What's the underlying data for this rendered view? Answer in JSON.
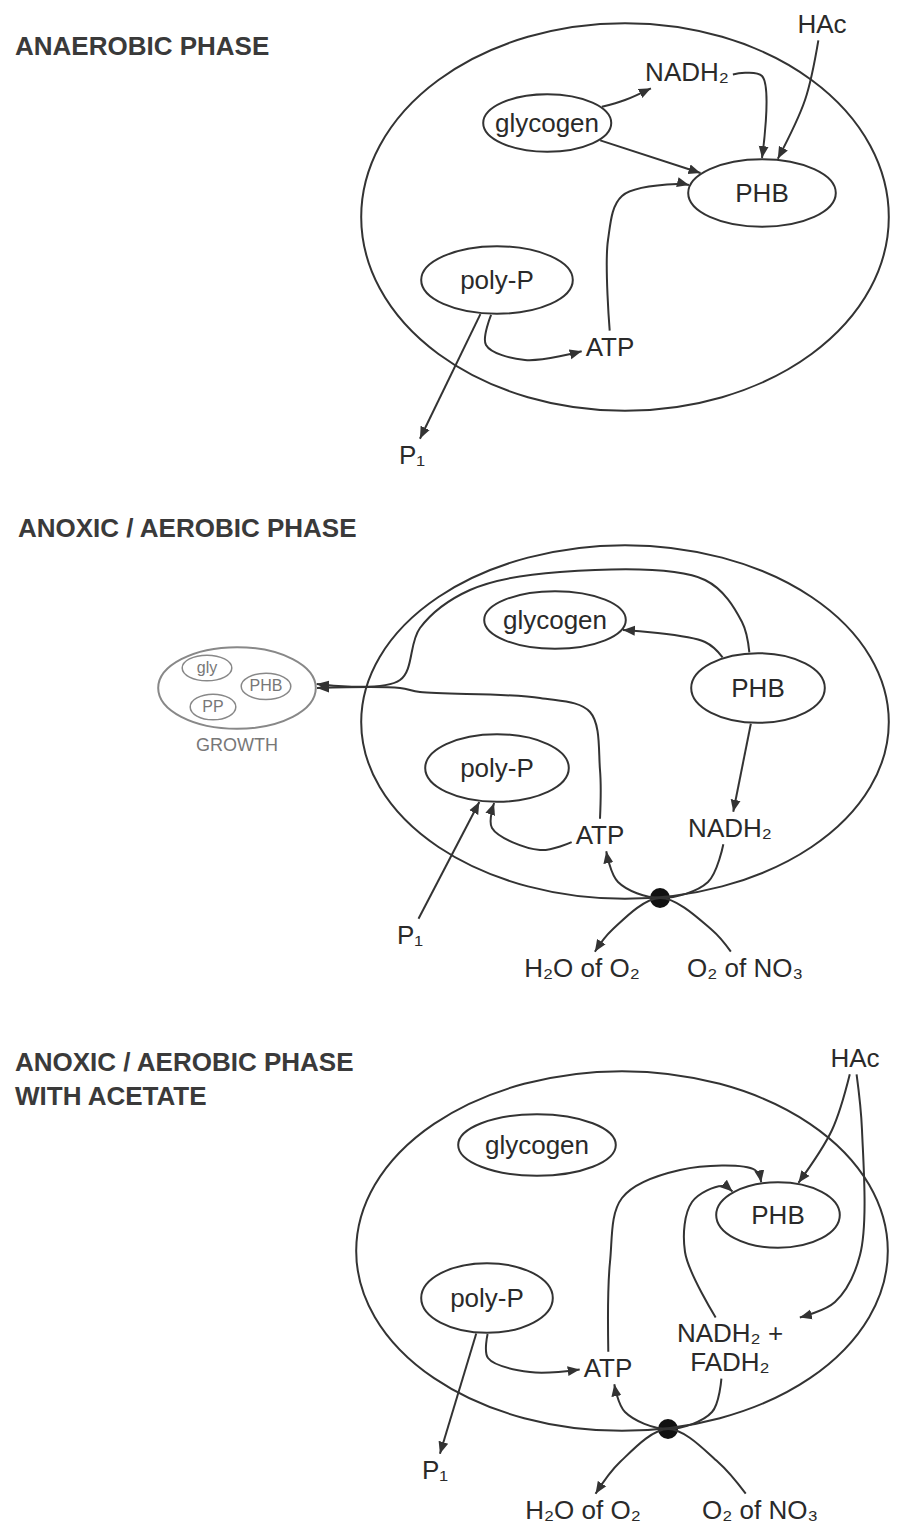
{
  "diagram": {
    "nodes": [
      {
        "text": [
          "ANAEROBIC PHASE"
        ]
      },
      {
        "text": [
          "HAc"
        ]
      },
      {
        "text": [
          "NADH₂"
        ],
        "in": 0
      },
      {
        "text": [
          "glycogen"
        ],
        "in": 0
      },
      {
        "text": [
          "PHB"
        ],
        "in": 0
      },
      {
        "text": [
          "poly-P"
        ],
        "in": 0
      },
      {
        "text": [
          "ATP"
        ],
        "in": 0
      },
      {
        "text": [
          "P₁"
        ]
      },
      {
        "text": [
          "ANOXIC / AEROBIC PHASE"
        ]
      },
      {
        "text": [
          "glycogen"
        ],
        "in": 8
      },
      {
        "text": [
          "GROWTH"
        ]
      },
      {
        "text": [
          "gly"
        ],
        "in": 10
      },
      {
        "text": [
          "PHB"
        ],
        "in": 10
      },
      {
        "text": [
          "PP"
        ],
        "in": 10
      },
      {
        "text": [
          "PHB"
        ],
        "in": 8
      },
      {
        "text": [
          "poly-P"
        ],
        "in": 8
      },
      {
        "text": [
          "ATP"
        ],
        "in": 8
      },
      {
        "text": [
          "NADH₂"
        ],
        "in": 8
      },
      {
        "text": [
          "P₁"
        ]
      },
      {
        "text": [
          "H₂O of O₂"
        ]
      },
      {
        "text": [
          "O₂ of NO₃"
        ]
      },
      {
        "text": [
          "ANOXIC / AEROBIC PHASE WITH ACETATE"
        ]
      },
      {
        "text": [
          "HAc"
        ]
      },
      {
        "text": [
          "glycogen"
        ],
        "in": 21
      },
      {
        "text": [
          "PHB"
        ],
        "in": 21
      },
      {
        "text": [
          "poly-P"
        ],
        "in": 21
      },
      {
        "text": [
          "NADH₂ + FADH₂"
        ],
        "in": 21
      },
      {
        "text": [
          "ATP"
        ],
        "in": 21
      },
      {
        "text": [
          "P₁"
        ]
      },
      {
        "text": [
          "H₂O of O₂"
        ]
      },
      {
        "text": [
          "O₂ of NO₃"
        ]
      }
    ],
    "edges": [
      {
        "from": 3,
        "to": 2,
        "arrow": "to"
      },
      {
        "from": 2,
        "to": 4,
        "arrow": "to"
      },
      {
        "from": 1,
        "to": 4,
        "arrow": "to"
      },
      {
        "from": 3,
        "to": 4,
        "arrow": "to"
      },
      {
        "from": 6,
        "to": 4,
        "arrow": "to"
      },
      {
        "from": 5,
        "to": 6,
        "arrow": "to"
      },
      {
        "from": 5,
        "to": 7,
        "arrow": "to"
      },
      {
        "from": 14,
        "to": 9,
        "arrow": "to"
      },
      {
        "from": 14,
        "to": 10,
        "arrow": "to"
      },
      {
        "from": 16,
        "to": 10,
        "arrow": "to"
      },
      {
        "from": 16,
        "to": 15,
        "arrow": "to"
      },
      {
        "from": 18,
        "to": 15,
        "arrow": "to"
      },
      {
        "from": 14,
        "to": 17,
        "arrow": "to"
      },
      {
        "from": 17,
        "to": 16,
        "arrow": "to"
      },
      {
        "from": 20,
        "to": 19,
        "arrow": "to"
      },
      {
        "from": 22,
        "to": 24,
        "arrow": "to"
      },
      {
        "from": 22,
        "to": 26,
        "arrow": "to"
      },
      {
        "from": 27,
        "to": 24,
        "arrow": "to"
      },
      {
        "from": 26,
        "to": 24,
        "arrow": "to"
      },
      {
        "from": 25,
        "to": 27,
        "arrow": "to"
      },
      {
        "from": 25,
        "to": 28,
        "arrow": "to"
      },
      {
        "from": 26,
        "to": 27,
        "arrow": "to"
      },
      {
        "from": 30,
        "to": 29,
        "arrow": "to"
      }
    ]
  }
}
